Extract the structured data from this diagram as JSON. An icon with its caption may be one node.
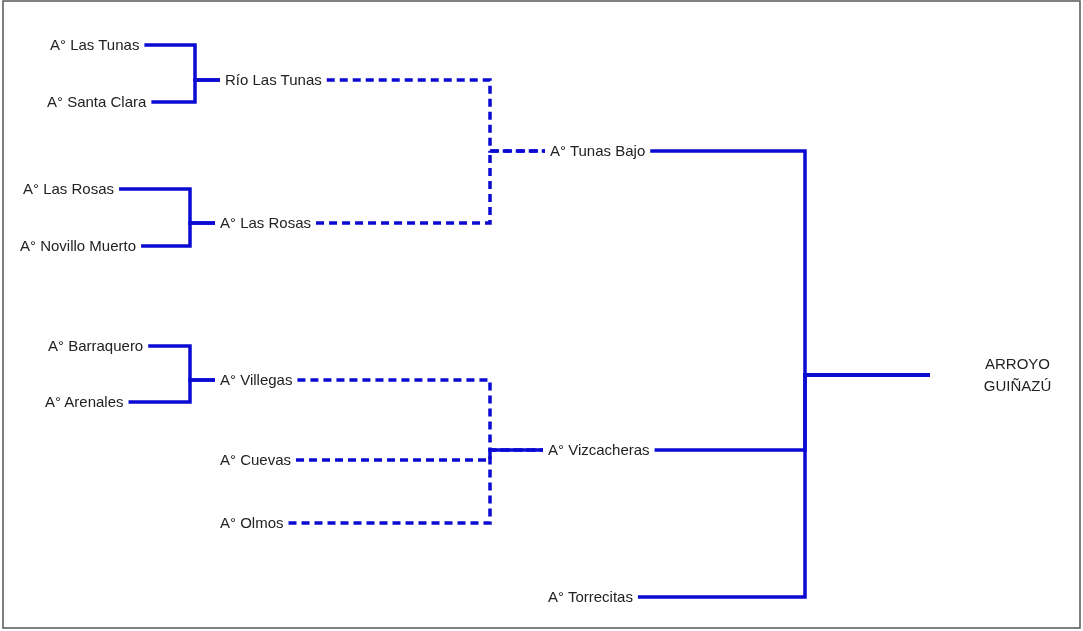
{
  "diagram": {
    "nodes": [
      {
        "text": [
          "A° Las Tunas"
        ]
      },
      {
        "text": [
          "A° Santa Clara"
        ]
      },
      {
        "text": [
          "Río Las Tunas"
        ]
      },
      {
        "text": [
          "A° Las Rosas"
        ]
      },
      {
        "text": [
          "A° Novillo Muerto"
        ]
      },
      {
        "text": [
          "A° Las Rosas"
        ]
      },
      {
        "text": [
          "A° Tunas Bajo"
        ]
      },
      {
        "text": [
          "A° Barraquero"
        ]
      },
      {
        "text": [
          "A° Arenales"
        ]
      },
      {
        "text": [
          "A° Villegas"
        ]
      },
      {
        "text": [
          "A° Cuevas"
        ]
      },
      {
        "text": [
          "A° Olmos"
        ]
      },
      {
        "text": [
          "A° Vizcacheras"
        ]
      },
      {
        "text": [
          "A° Torrecitas"
        ]
      },
      {
        "text": [
          "ARROYO GUIÑAZÚ"
        ]
      }
    ],
    "edges": [
      {
        "from": 0,
        "to": 2,
        "arrow": "none"
      },
      {
        "from": 1,
        "to": 2,
        "arrow": "none"
      },
      {
        "from": 3,
        "to": 5,
        "arrow": "none"
      },
      {
        "from": 4,
        "to": 5,
        "arrow": "none"
      },
      {
        "from": 2,
        "to": 6,
        "arrow": "none",
        "style": "dashed"
      },
      {
        "from": 5,
        "to": 6,
        "arrow": "none",
        "style": "dashed"
      },
      {
        "from": 7,
        "to": 9,
        "arrow": "none"
      },
      {
        "from": 8,
        "to": 9,
        "arrow": "none"
      },
      {
        "from": 9,
        "to": 12,
        "arrow": "none",
        "style": "dashed"
      },
      {
        "from": 10,
        "to": 12,
        "arrow": "none",
        "style": "dashed"
      },
      {
        "from": 11,
        "to": 12,
        "arrow": "none",
        "style": "dashed"
      },
      {
        "from": 6,
        "to": 14,
        "arrow": "none"
      },
      {
        "from": 12,
        "to": 14,
        "arrow": "none"
      },
      {
        "from": 13,
        "to": 14,
        "arrow": "none"
      }
    ]
  }
}
